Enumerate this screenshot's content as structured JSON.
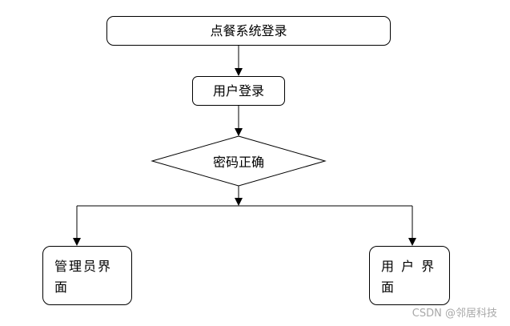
{
  "nodes": {
    "title": "点餐系统登录",
    "user_login": "用户登录",
    "decision": "密码正确",
    "admin_ui": "管理员界面",
    "user_ui": "用 户 界 面"
  },
  "watermark": "CSDN @邻居科技"
}
